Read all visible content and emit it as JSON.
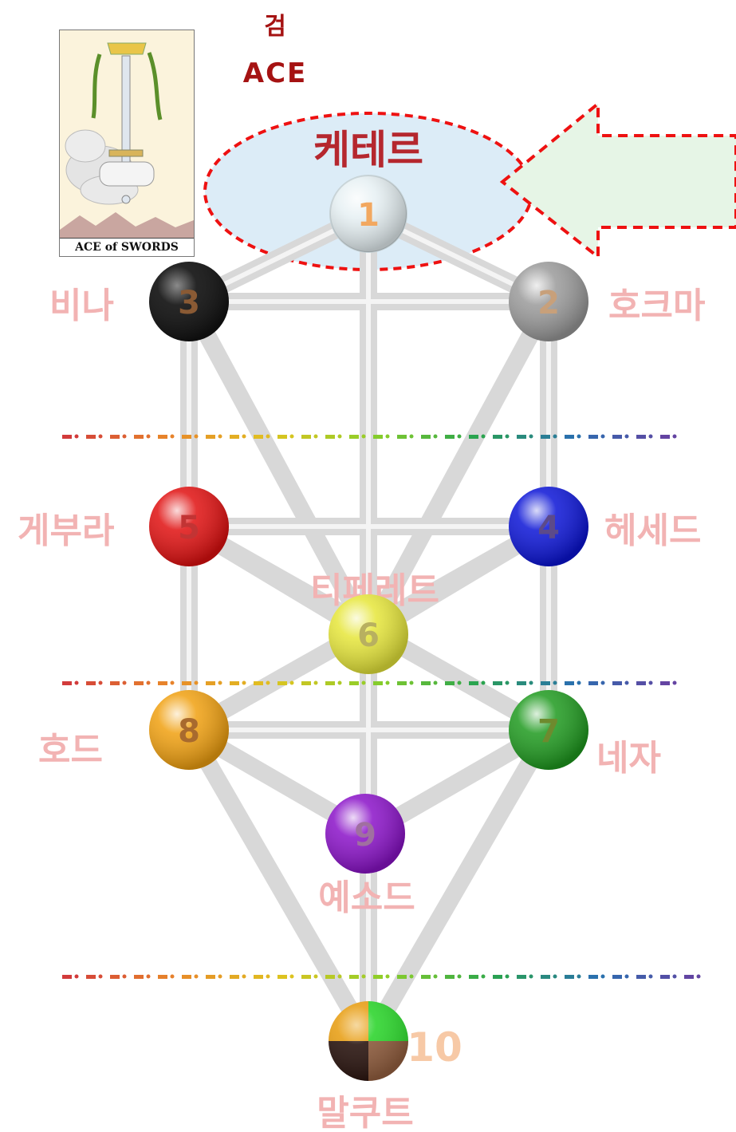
{
  "header": {
    "suit": "검",
    "rank": "ACE"
  },
  "card": {
    "label": "ACE of SWORDS"
  },
  "sephirot": [
    {
      "num": "1",
      "name": "케테르",
      "color": "#e6f0f3",
      "numColor": "#f2a860",
      "nameColor": "#b5272e"
    },
    {
      "num": "2",
      "name": "호크마",
      "color": "#9a9a9a",
      "numColor": "#c8a07a",
      "nameColor": "#f2b3b3"
    },
    {
      "num": "3",
      "name": "비나",
      "color": "#111111",
      "numColor": "#8a5a34",
      "nameColor": "#f2b3b3"
    },
    {
      "num": "4",
      "name": "헤세드",
      "color": "#0b14d6",
      "numColor": "#5c4a8a",
      "nameColor": "#f2b3b3"
    },
    {
      "num": "5",
      "name": "게부라",
      "color": "#e01010",
      "numColor": "#c23434",
      "nameColor": "#f2b3b3"
    },
    {
      "num": "6",
      "name": "티페레트",
      "color": "#e6e63a",
      "numColor": "#b8b060",
      "nameColor": "#f2b3b3"
    },
    {
      "num": "7",
      "name": "네자",
      "color": "#1f9a1f",
      "numColor": "#6e8a2e",
      "nameColor": "#f2b3b3"
    },
    {
      "num": "8",
      "name": "호드",
      "color": "#f0a010",
      "numColor": "#a86a2e",
      "nameColor": "#f2b3b3"
    },
    {
      "num": "9",
      "name": "예소드",
      "color": "#8a12c8",
      "numColor": "#a070a0",
      "nameColor": "#f2b3b3"
    },
    {
      "num": "10",
      "name": "말쿠트",
      "color": "#8b5a3c",
      "numColor": "#f7c9a6",
      "nameColor": "#f2b3b3"
    }
  ],
  "malkuth_quarters": [
    "#2fd52f",
    "#8b5a3c",
    "#2a1510",
    "#e8a018"
  ],
  "dotted_line_colors": [
    "#d23b3b",
    "#e8872a",
    "#e0c320",
    "#8ccf2a",
    "#2aa54d",
    "#2a6fb0",
    "#6a3fa0"
  ]
}
